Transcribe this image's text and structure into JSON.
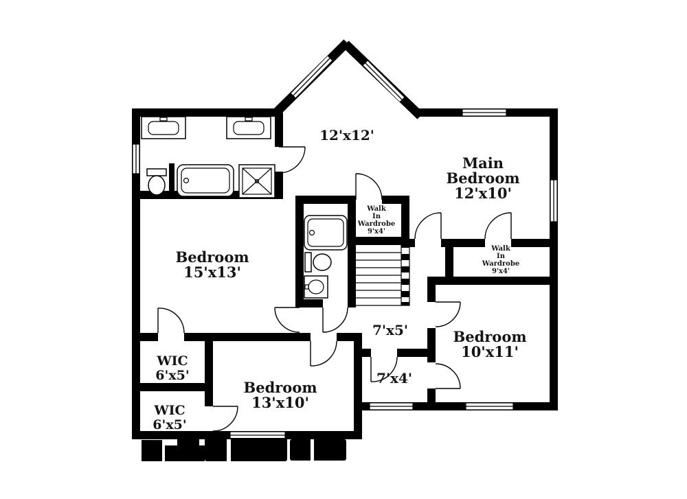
{
  "colors": {
    "walls": "#000000",
    "background": "#ffffff",
    "text": "#141414"
  },
  "rooms": {
    "hall": {
      "size": "12'x12'"
    },
    "main_bedroom": {
      "name1": "Main",
      "name2": "Bedroom",
      "size": "12'x10'"
    },
    "walk_in_wardrobe_1": {
      "l1": "Walk",
      "l2": "In",
      "l3": "Wardrobe",
      "size": "9'x4'"
    },
    "bedroom_15x13": {
      "name": "Bedroom",
      "size": "15'x13'"
    },
    "walk_in_wardrobe_2": {
      "l1": "Walk",
      "l2": "In",
      "l3": "Wardrobe",
      "size": "9'x4'"
    },
    "hall_7x5": {
      "size": "7'x5'"
    },
    "bedroom_10x11": {
      "name": "Bedroom",
      "size": "10'x11'"
    },
    "wic_1": {
      "name": "WIC",
      "size": "6'x5'"
    },
    "hall_7x4": {
      "size": "7'x4'"
    },
    "bedroom_13x10": {
      "name": "Bedroom",
      "size": "13'x10'"
    },
    "wic_2": {
      "name": "WIC",
      "size": "6'x5'"
    }
  },
  "fixtures": {
    "bathroom_top": [
      "vanity-sink",
      "vanity-sink",
      "toilet",
      "bathtub",
      "shower"
    ],
    "bathroom_middle": [
      "bathtub",
      "toilet",
      "vanity-sink"
    ],
    "stairs": "staircase"
  }
}
